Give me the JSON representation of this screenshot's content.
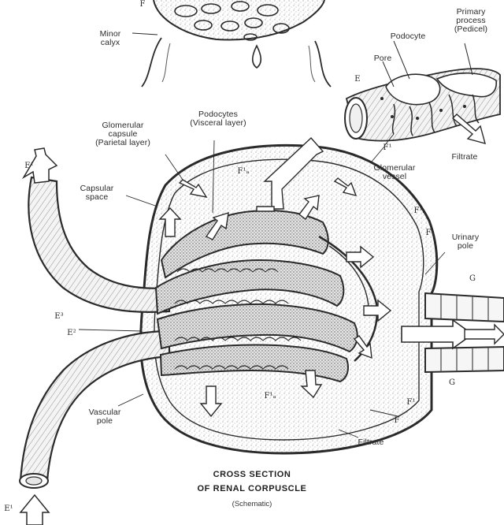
{
  "labels": {
    "minor_calyx": "Minor\ncalyx",
    "primary_process": "Primary\nprocess\n(Pedicel)",
    "podocyte": "Podocyte",
    "pore": "Pore",
    "f_top": "F",
    "podocytes_visceral": "Podocytes\n(Visceral layer)",
    "glomerular_capsule": "Glomerular\ncapsule\n(Parietal layer)",
    "capsular_space": "Capsular\nspace",
    "glomerular_vessel": "Glomerular\nvessel",
    "filtrate_top": "Filtrate",
    "urinary_pole": "Urinary\npole",
    "vascular_pole": "Vascular\npole",
    "filtrate_bottom": "Filtrate"
  },
  "symbols": {
    "e_upper_left": "E¹",
    "e3": "E³",
    "e2": "E²",
    "e1_bottom": "E¹",
    "f1_vessel": "F¹",
    "f1a_top": "F¹ₐ",
    "f1a_right": "F¹ₐ",
    "f_right": "F",
    "g_upper": "G",
    "g_lower": "G",
    "f1a_bottom": "F¹ₐ",
    "f1_bottom": "F¹",
    "f_bottom": "F",
    "e_inset": "E",
    "f_calyx": "F"
  },
  "caption": {
    "title_line1": "CROSS SECTION",
    "title_line2": "OF RENAL CORPUSCLE",
    "subtitle": "(Schematic)"
  },
  "colors": {
    "ink": "#2a2a2a",
    "stipple": "#9a9a9a",
    "paper": "#ffffff"
  }
}
